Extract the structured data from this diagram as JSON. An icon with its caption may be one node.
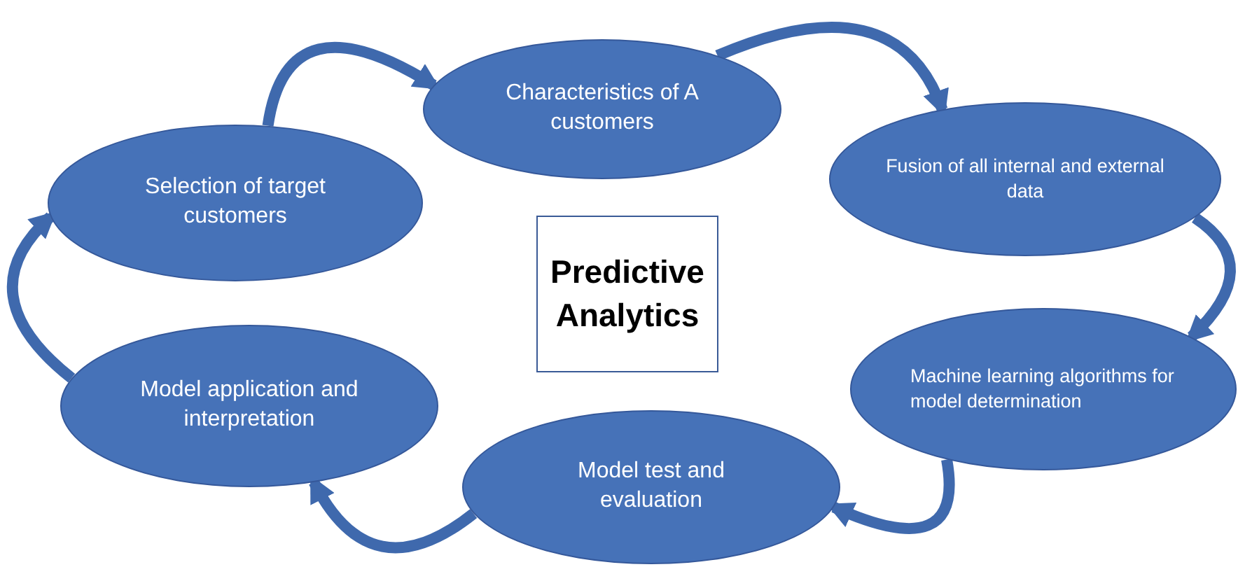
{
  "diagram": {
    "nodes": [
      {
        "text": [
          "Characteristics of A customers"
        ]
      },
      {
        "text": [
          "Fusion of all internal and external data"
        ]
      },
      {
        "text": [
          "Machine learning algorithms for model determination"
        ]
      },
      {
        "text": [
          "Model test and evaluation"
        ]
      },
      {
        "text": [
          "Model application and interpretation"
        ]
      },
      {
        "text": [
          "Selection of target customers"
        ]
      },
      {
        "text": [
          "Predictive Analytics"
        ]
      }
    ],
    "edges": [
      {
        "from": 5,
        "to": 0,
        "arrow": "to"
      },
      {
        "from": 0,
        "to": 1,
        "arrow": "to"
      },
      {
        "from": 1,
        "to": 2,
        "arrow": "to"
      },
      {
        "from": 2,
        "to": 3,
        "arrow": "to"
      },
      {
        "from": 3,
        "to": 4,
        "arrow": "to"
      },
      {
        "from": 4,
        "to": 5,
        "arrow": "to"
      }
    ]
  }
}
